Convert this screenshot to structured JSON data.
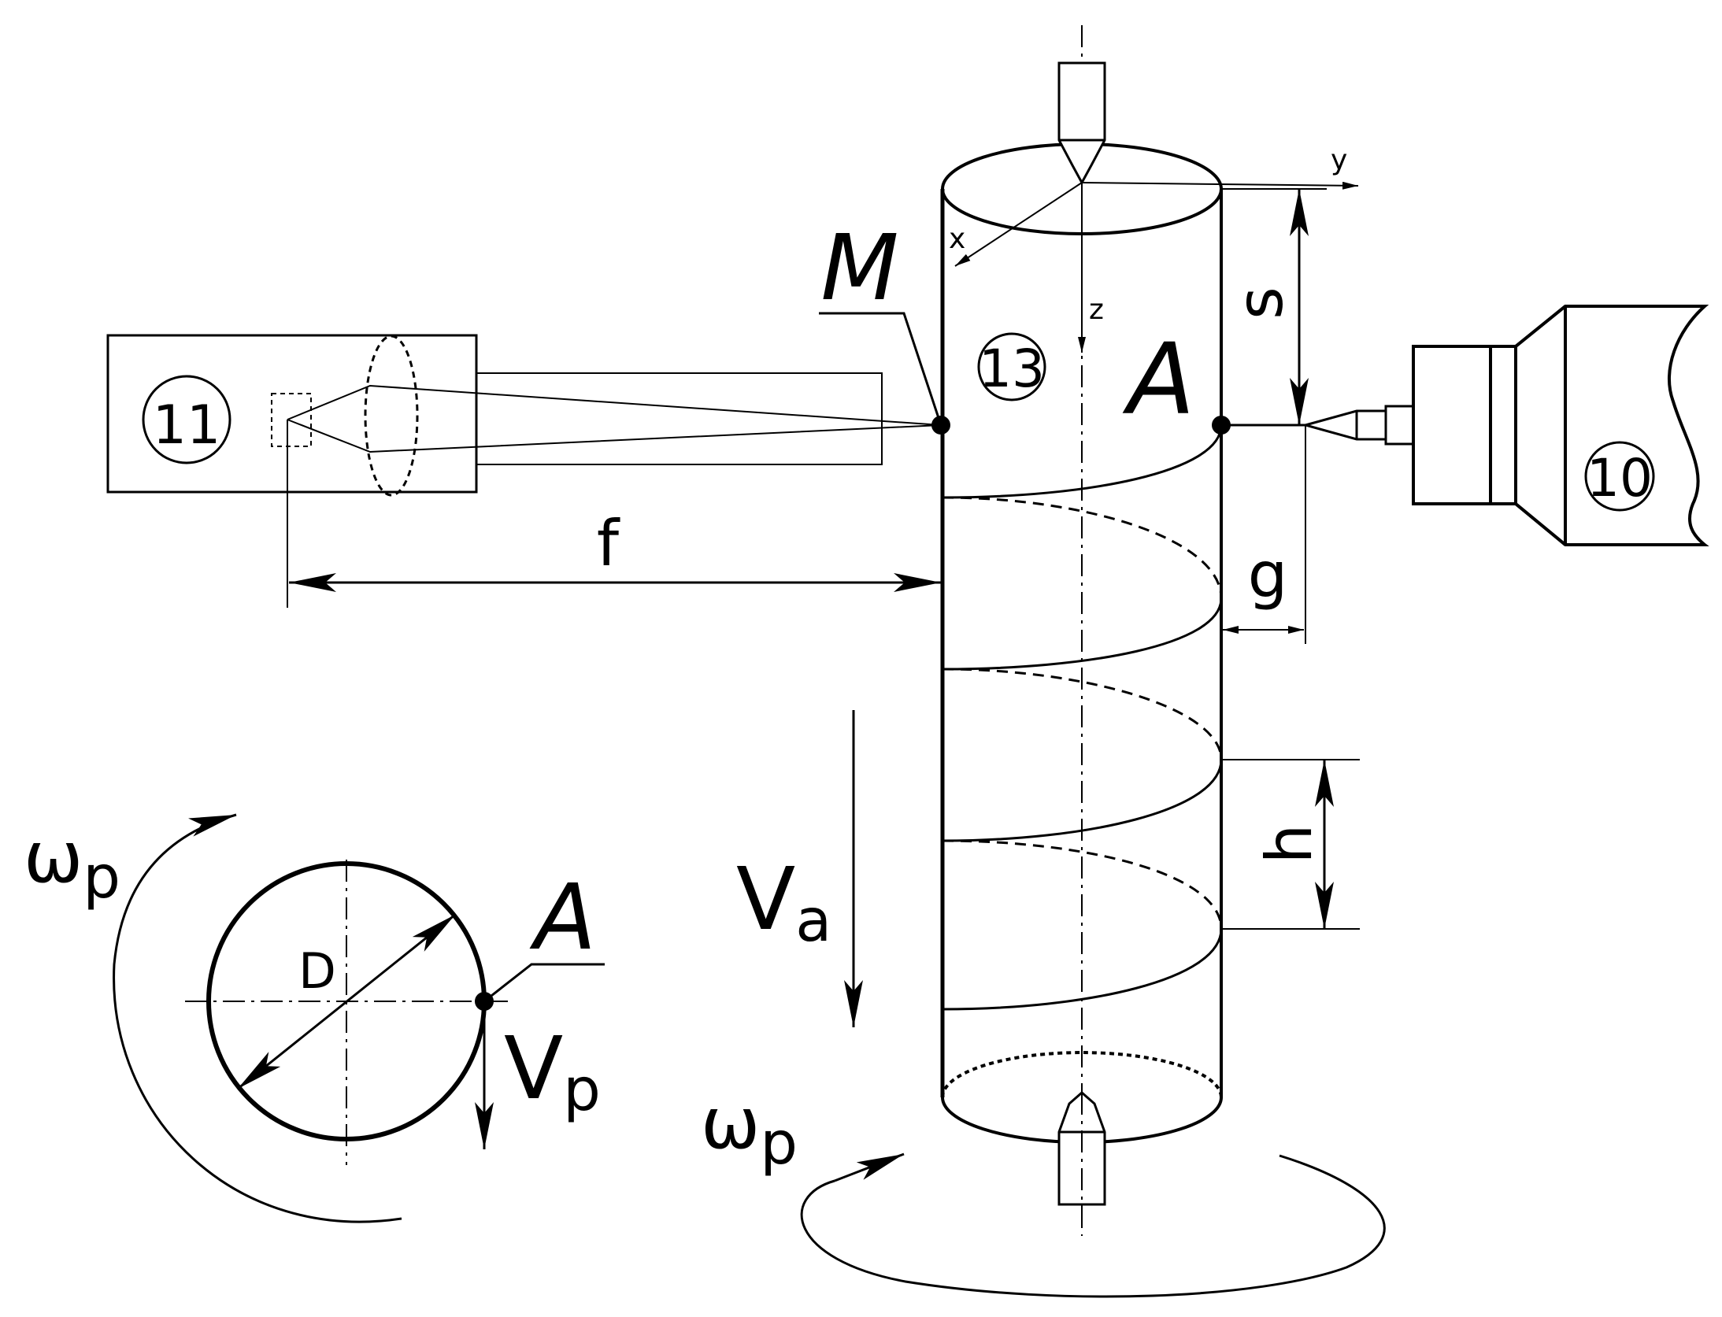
{
  "labels": {
    "camera_id": "11",
    "workpiece_id": "13",
    "tool_id": "10",
    "point_m": "M",
    "point_a": "A",
    "point_a_section": "A",
    "axis_x": "x",
    "axis_y": "y",
    "axis_z": "z",
    "dim_s": "s",
    "dim_f": "f",
    "dim_g": "g",
    "dim_h": "h",
    "dim_d": "D",
    "feed_velocity": {
      "main": "V",
      "sub": "a"
    },
    "peripheral_velocity": {
      "main": "V",
      "sub": "p"
    },
    "angular_velocity_section": {
      "main": "ω",
      "sub": "p"
    },
    "angular_velocity_spindle": {
      "main": "ω",
      "sub": "p"
    }
  }
}
